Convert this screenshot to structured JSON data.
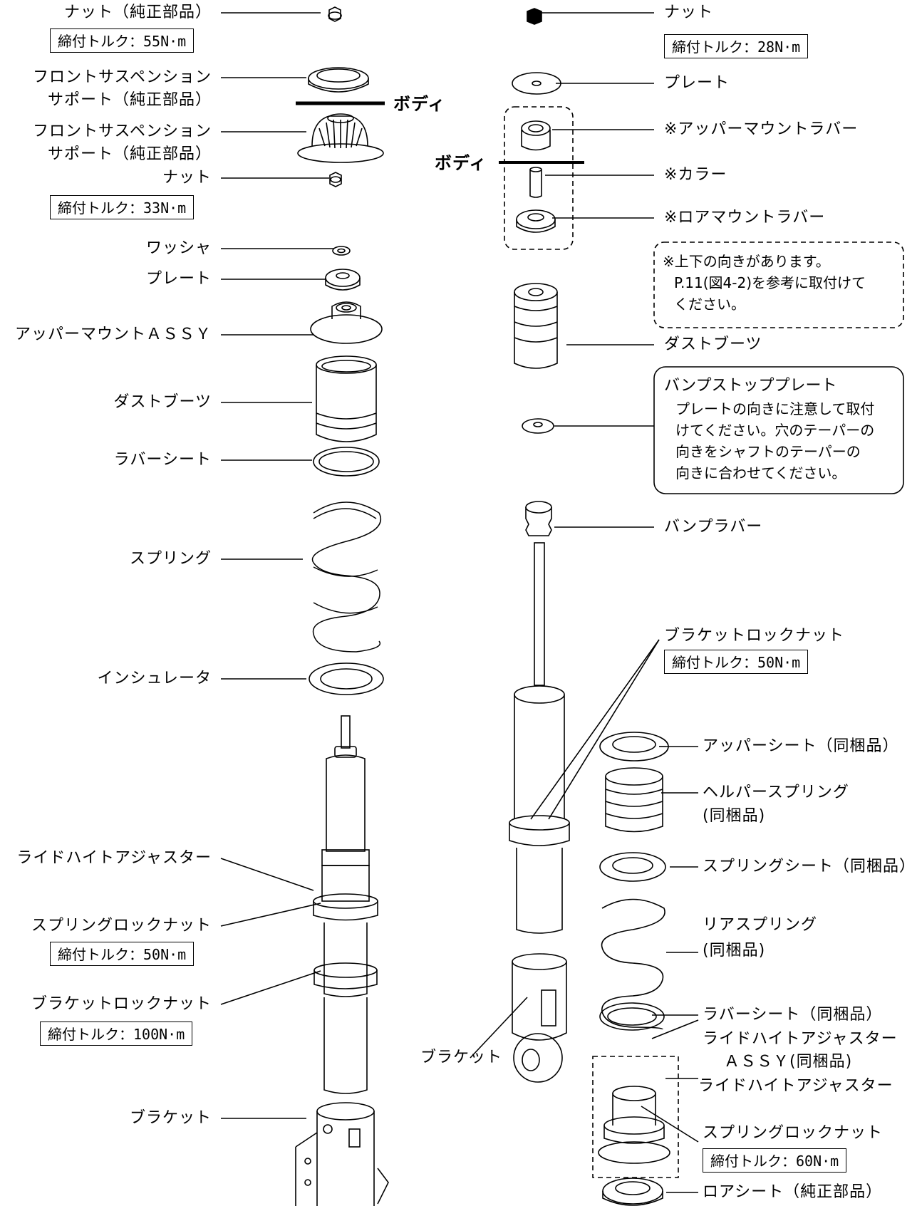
{
  "left": {
    "top_nut": "ナット（純正部品）",
    "torque_55": "締付トルク：55N·m",
    "front_support_1_a": "フロントサスペンション",
    "front_support_1_b": "サポート（純正部品）",
    "body_label": "ボディ",
    "front_support_2_a": "フロントサスペンション",
    "front_support_2_b": "サポート（純正部品）",
    "nut": "ナット",
    "torque_33": "締付トルク：33N·m",
    "washer": "ワッシャ",
    "plate": "プレート",
    "upper_mount": "アッパーマウントＡＳＳＹ",
    "dust_boot": "ダストブーツ",
    "rubber_seat": "ラバーシート",
    "spring": "スプリング",
    "insulator": "インシュレータ",
    "ride_height_adjuster": "ライドハイトアジャスター",
    "spring_lock_nut": "スプリングロックナット",
    "torque_50": "締付トルク：50N·m",
    "bracket_lock_nut": "ブラケットロックナット",
    "torque_100": "締付トルク：100N·m",
    "bracket": "ブラケット"
  },
  "right": {
    "nut": "ナット",
    "torque_28": "締付トルク：28N·m",
    "plate": "プレート",
    "upper_mount_rubber": "※アッパーマウントラバー",
    "body_label": "ボディ",
    "collar": "※カラー",
    "lower_mount_rubber": "※ロアマウントラバー",
    "orientation_note": [
      "※上下の向きがあります。",
      "P.11(図4-2)を参考に取付けて",
      "ください。"
    ],
    "dust_boot": "ダストブーツ",
    "bump_stop_plate_title": "バンプストッププレート",
    "bump_stop_plate_note": [
      "プレートの向きに注意して取付",
      "けてください。穴のテーパーの",
      "向きをシャフトのテーパーの",
      "向きに合わせてください。"
    ],
    "bump_rubber": "バンプラバー",
    "bracket_lock_nut": "ブラケットロックナット",
    "torque_50": "締付トルク：50N·m",
    "upper_seat": "アッパーシート（同梱品）",
    "helper_spring_a": "ヘルパースプリング",
    "helper_spring_b": "(同梱品)",
    "spring_seat": "スプリングシート（同梱品）",
    "rear_spring_a": "リアスプリング",
    "rear_spring_b": "(同梱品)",
    "rubber_seat": "ラバーシート（同梱品）",
    "ride_height_assy_a": "ライドハイトアジャスター",
    "ride_height_assy_b": "ＡＳＳＹ(同梱品)",
    "ride_height_adjuster": "ライドハイトアジャスター",
    "spring_lock_nut": "スプリングロックナット",
    "torque_60": "締付トルク：60N·m",
    "bracket": "ブラケット",
    "lower_seat": "ロアシート（純正部品）"
  }
}
